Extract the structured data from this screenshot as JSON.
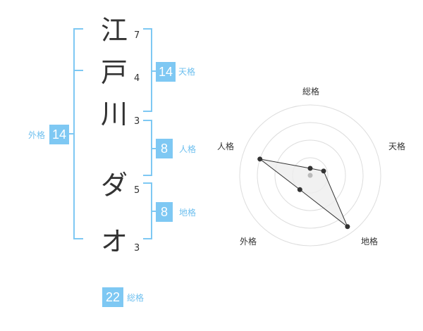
{
  "name": {
    "characters": [
      "江",
      "戸",
      "川",
      "ダ",
      "オ"
    ],
    "strokes": [
      "7",
      "4",
      "3",
      "5",
      "3"
    ]
  },
  "scores": {
    "tenkaku": {
      "value": "14",
      "label": "天格"
    },
    "jinkaku": {
      "value": "8",
      "label": "人格"
    },
    "chikaku": {
      "value": "8",
      "label": "地格"
    },
    "gaikaku": {
      "value": "14",
      "label": "外格"
    },
    "soukaku": {
      "value": "22",
      "label": "総格"
    }
  },
  "radar": {
    "axes": [
      "総格",
      "天格",
      "地格",
      "外格",
      "人格"
    ],
    "values": [
      0.1,
      0.2,
      0.9,
      0.25,
      0.75
    ],
    "levels": 4,
    "colors": {
      "grid": "#dddddd",
      "fill": "#eeeeee",
      "line": "#333333",
      "center": "#bbbbbb"
    }
  }
}
